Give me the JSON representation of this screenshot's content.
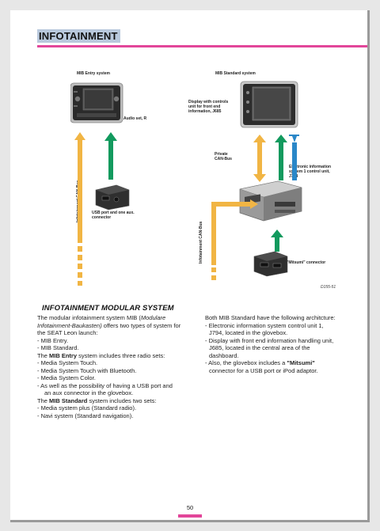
{
  "header": {
    "title": "INFOTAINMENT"
  },
  "diagram": {
    "mib_entry": "MIB Entry system",
    "mib_standard": "MIB Standard system",
    "audio_set": "Audio set, R",
    "usb_port": [
      "USB port and one aux.",
      "connector"
    ],
    "display": [
      "Display with controls",
      "unit for front end",
      "information, J685"
    ],
    "private_can": [
      "Private",
      "CAN-Bus"
    ],
    "electronic_info": [
      "Electronic information",
      "system 1 control unit,",
      "J794"
    ],
    "mitsumi": "\"Mitsumi\" connector",
    "infotainment_can": "Infotainment CAN-Bus",
    "code": "D155-51"
  },
  "section": {
    "title": "INFOTAINMENT MODULAR SYSTEM"
  },
  "left_column": {
    "p1_start": "The modular infotainment system MIB (",
    "p1_italic": "Modulare Infotainment-Baukasten)",
    "p1_end": " offers two types of system for the SEAT Leon launch:",
    "items1": [
      "- MIB Entry.",
      "- MIB Standard."
    ],
    "p2_start": "The ",
    "p2_bold": "MIB Entry",
    "p2_end": " system includes three radio sets:",
    "items2": [
      "- Media System Touch.",
      "- Media System Touch with Bluetooth.",
      "- Media System Color."
    ],
    "aswell": "- As well as the possibility of having a USB port and",
    "aswell2": "an aux connector in the glovebox.",
    "p3_start": "The ",
    "p3_bold": "MIB Standard",
    "p3_end": " system includes two sets:",
    "items3": [
      "- Media system plus (Standard radio).",
      "- Navi system (Standard navigation)."
    ]
  },
  "right_column": {
    "intro": "Both MIB Standard have the following architcture:",
    "b1": [
      "- Electronic information system control unit 1,",
      "J794, located in the glovebox."
    ],
    "b2": [
      "- Display with front end information handling unit,",
      "J685, located in the central area of the",
      "dashboard."
    ],
    "b3_start": "- Also, the glovebox includes a ",
    "b3_bold": "\"Mitsumi\"",
    "b3_end": "connector for a USB port or iPod adaptor."
  },
  "footer": {
    "page": "50"
  },
  "colors": {
    "accent": "#e2469a",
    "header_bg": "#b9c9dd",
    "arrow_orange": "#f1b544",
    "arrow_green": "#129a5e",
    "arrow_blue": "#2a87c8"
  }
}
